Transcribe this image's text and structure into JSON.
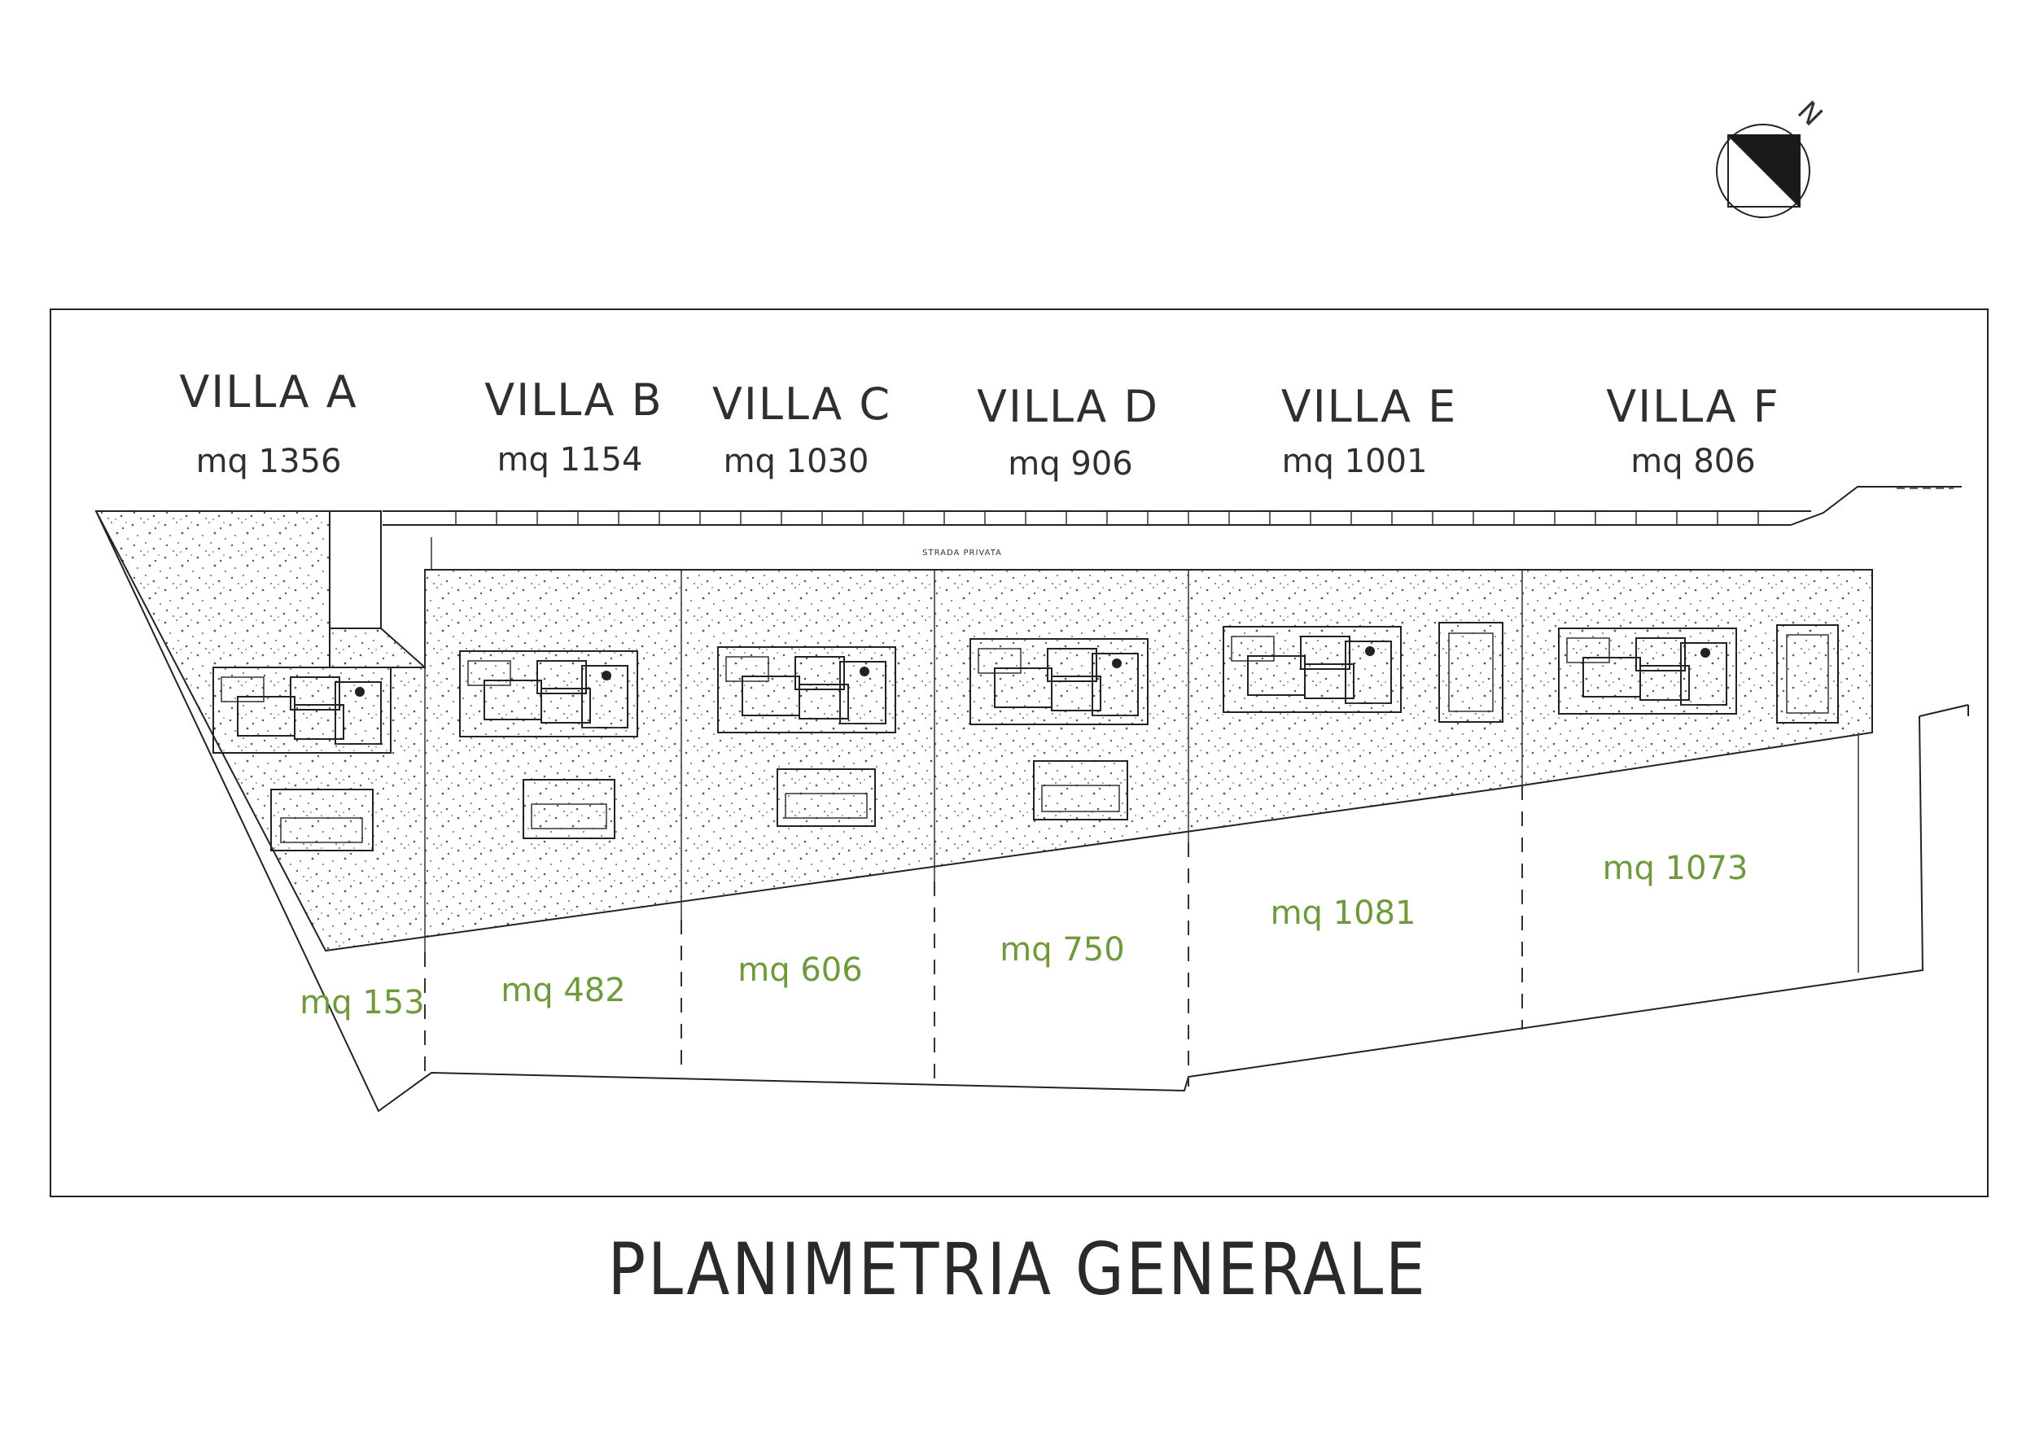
{
  "title": "PLANIMETRIA GENERALE",
  "road_label": "STRADA PRIVATA",
  "north_label": "N",
  "villas": [
    {
      "id": "a",
      "name": "VILLA  A",
      "area": "mq 1356",
      "garden_area": "mq 153"
    },
    {
      "id": "b",
      "name": "VILLA  B",
      "area": "mq 1154",
      "garden_area": "mq 482"
    },
    {
      "id": "c",
      "name": "VILLA  C",
      "area": "mq 1030",
      "garden_area": "mq 606"
    },
    {
      "id": "d",
      "name": "VILLA  D",
      "area": "mq 906",
      "garden_area": "mq 750"
    },
    {
      "id": "e",
      "name": "VILLA  E",
      "area": "mq 1001",
      "garden_area": "mq 1081"
    },
    {
      "id": "f",
      "name": "VILLA  F",
      "area": "mq 806",
      "garden_area": "mq 1073"
    }
  ],
  "colors": {
    "garden_area_text": "#6e9a3c",
    "lines": "#222222"
  }
}
